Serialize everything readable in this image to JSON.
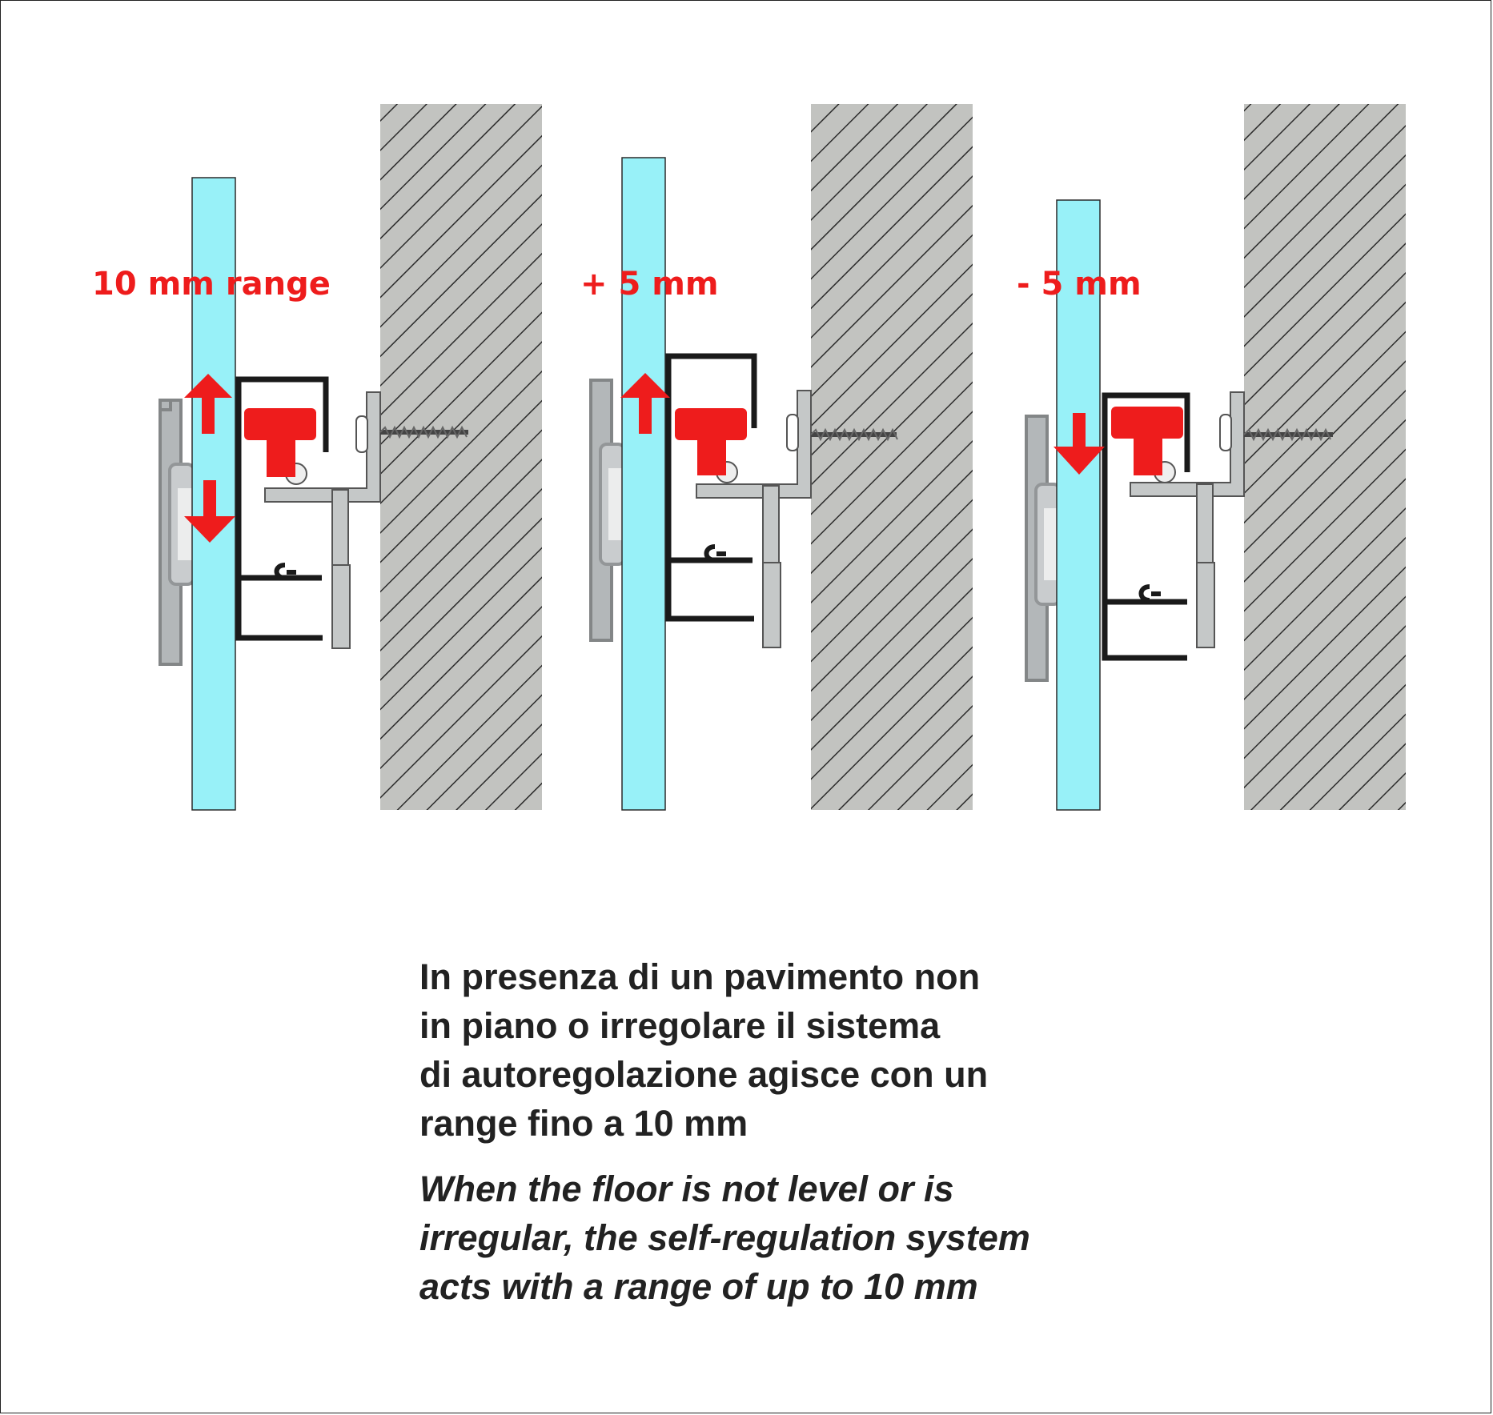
{
  "panels": [
    {
      "label": "10 mm range",
      "arrows": [
        "up",
        "down"
      ]
    },
    {
      "label": "+ 5 mm",
      "arrows": [
        "up"
      ]
    },
    {
      "label": "- 5 mm",
      "arrows": [
        "down"
      ]
    }
  ],
  "caption_it": [
    "In presenza di un pavimento non",
    "in piano o irregolare il sistema",
    "di autoregolazione agisce con un",
    "range fino a 10 mm"
  ],
  "caption_en": [
    "When the floor is not level or is",
    "irregular, the self-regulation system",
    "acts with a range of up to 10 mm"
  ],
  "colors": {
    "glass": "#98f1f8",
    "wall": "#c2c3c0",
    "hatch": "#2b2b2b",
    "accent": "#ee1c1c",
    "profile": "#1a1a1a",
    "bracket": "#c5c8c8"
  }
}
